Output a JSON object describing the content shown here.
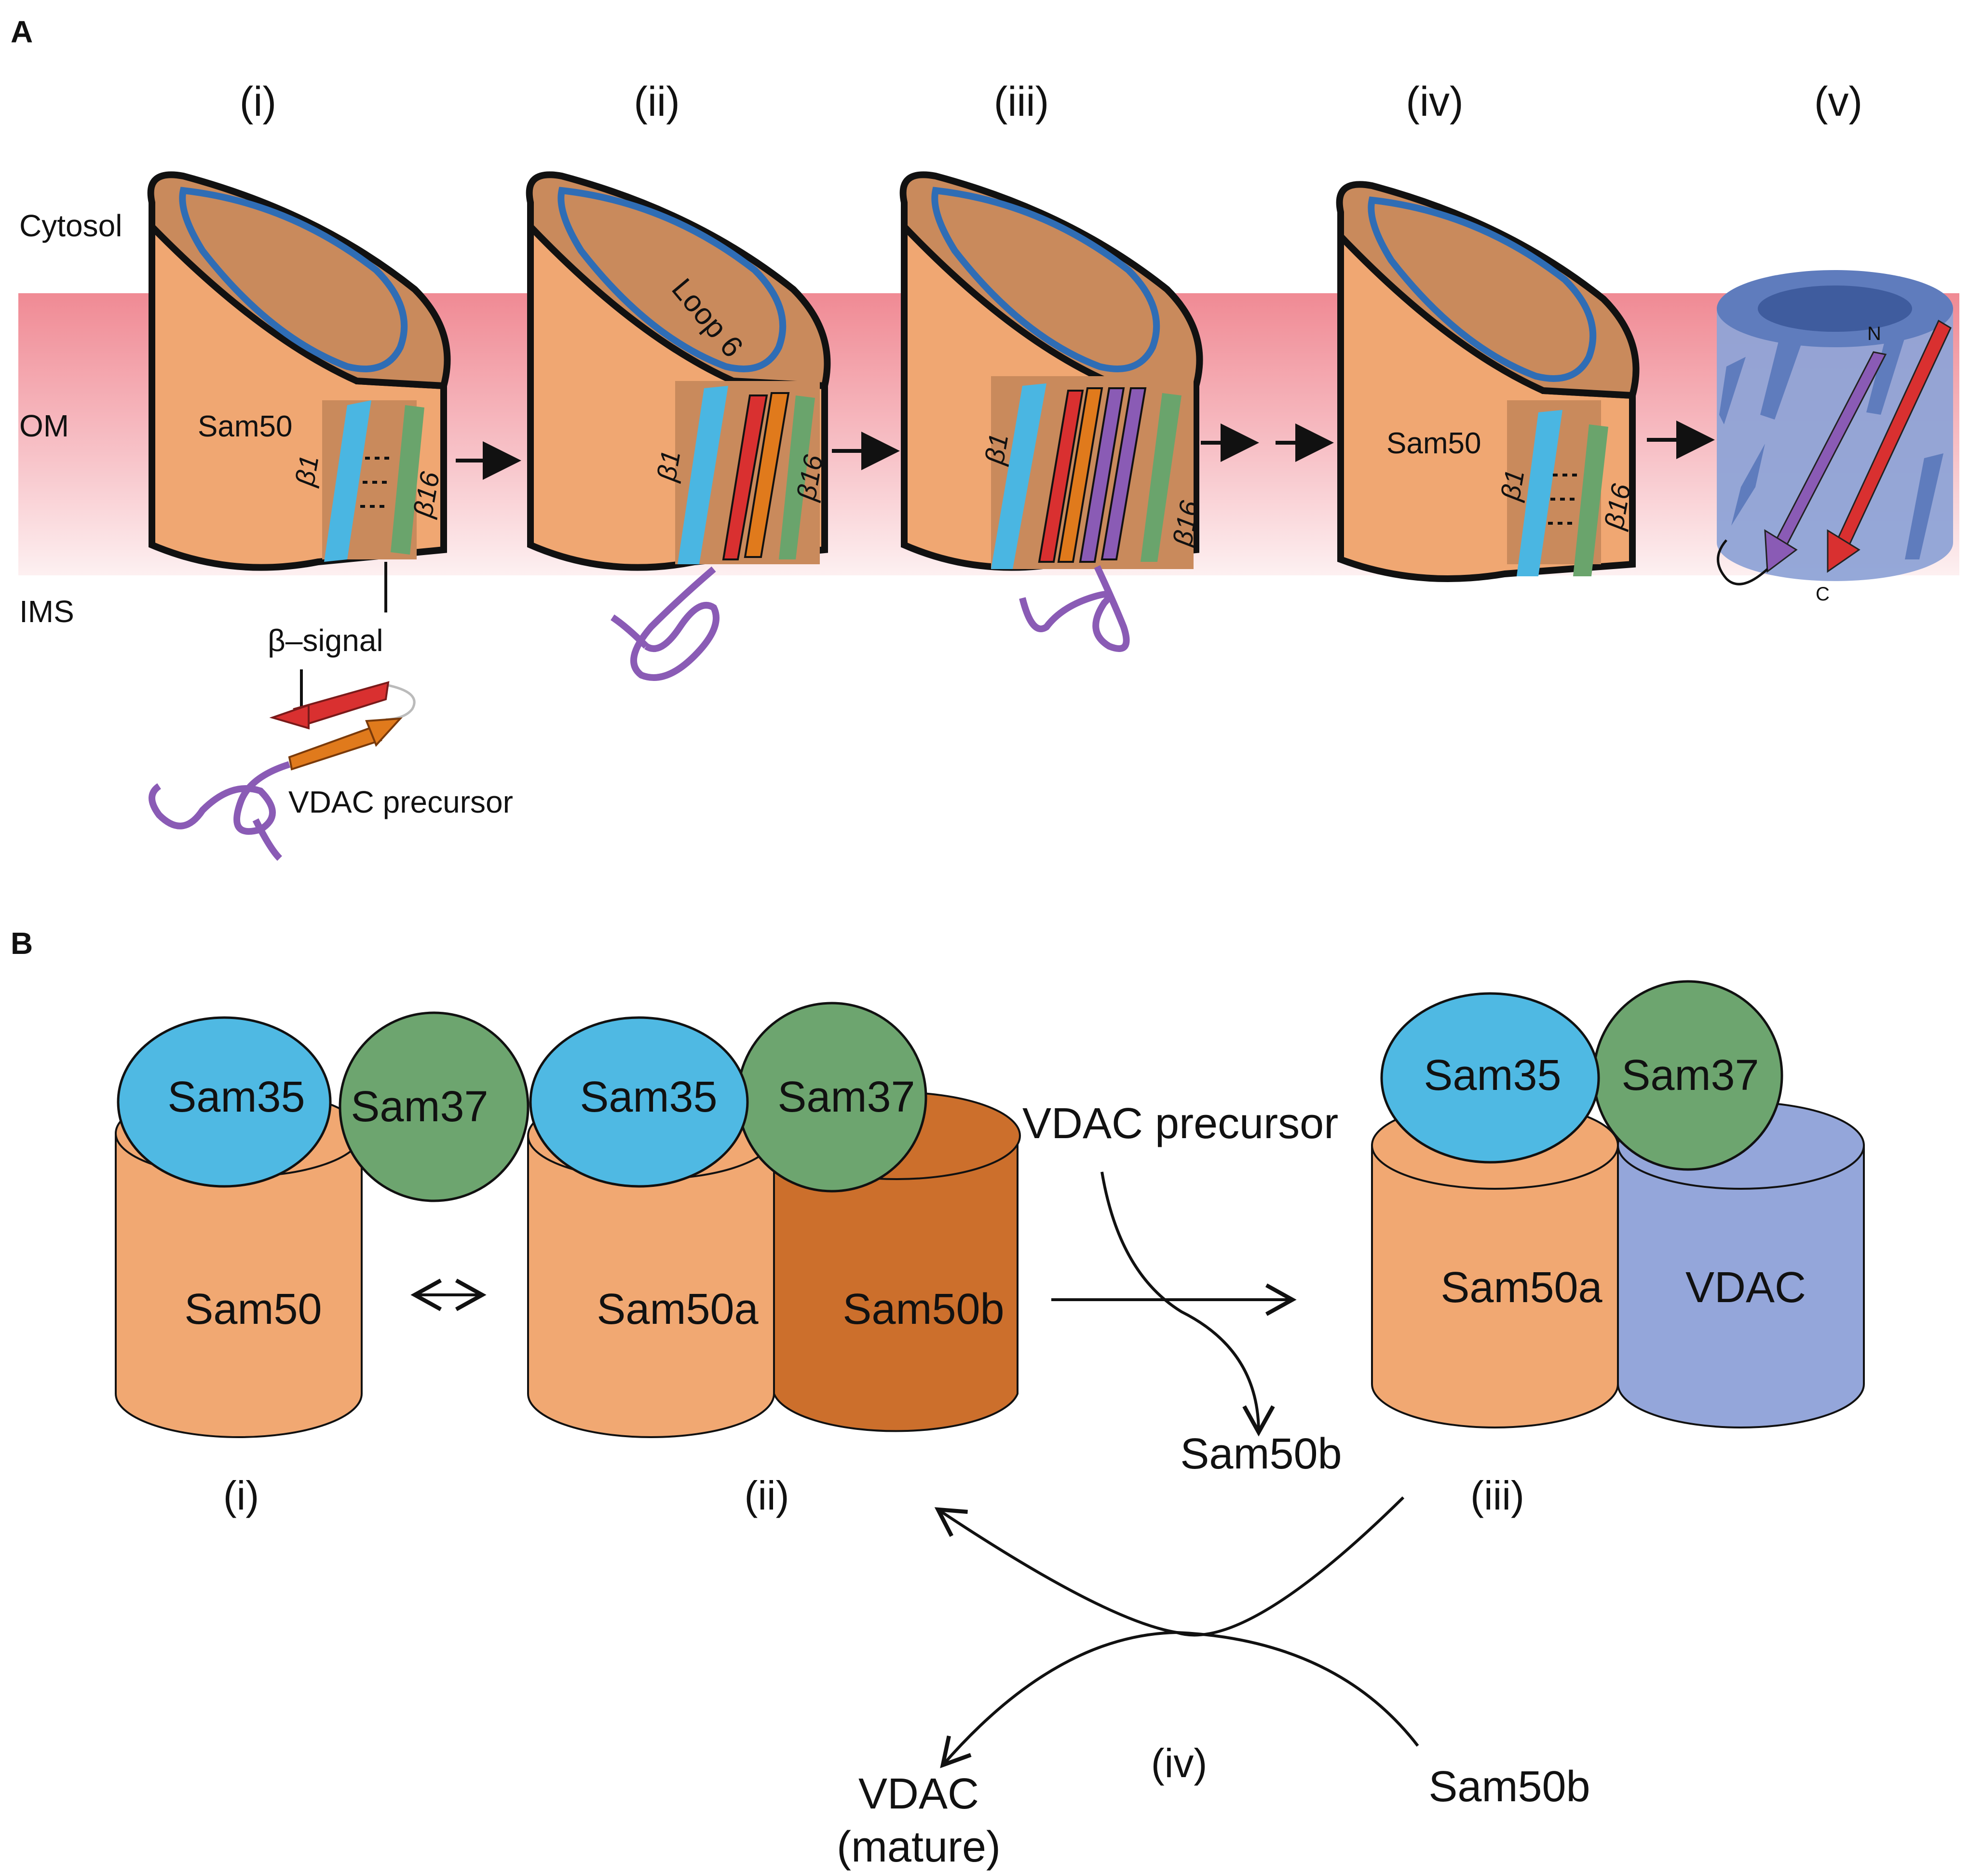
{
  "panel_a": {
    "letter": "A",
    "steps": [
      "(i)",
      "(ii)",
      "(iii)",
      "(iv)",
      "(v)"
    ],
    "regions": {
      "cytosol": "Cytosol",
      "om": "OM",
      "ims": "IMS"
    },
    "sam50_label": "Sam50",
    "strand_b1": "β1",
    "strand_b16": "β16",
    "loop_label": "Loop 6",
    "beta_signal": "β–signal",
    "precursor": "VDAC precursor",
    "n_term": "N",
    "c_term": "C",
    "colors": {
      "membrane": "#f08a94",
      "barrel": "#f0a772",
      "barrel_top": "#c98a5c",
      "loop": "#2f6db5",
      "b1": "#4ab6e2",
      "b16": "#6aa46c",
      "red": "#d93030",
      "orange": "#e07a1c",
      "purple": "#8a5bb5",
      "vdac": "#8fa3d6"
    }
  },
  "panel_b": {
    "letter": "B",
    "sam35": "Sam35",
    "sam37": "Sam37",
    "sam50": "Sam50",
    "sam50a": "Sam50a",
    "sam50b": "Sam50b",
    "vdac": "VDAC",
    "precursor": "VDAC precursor",
    "released": "Sam50b",
    "incoming": "Sam50b",
    "mature_line1": "VDAC",
    "mature_line2": "(mature)",
    "steps": [
      "(i)",
      "(ii)",
      "(iii)",
      "(iv)"
    ],
    "colors": {
      "sam35": "#4fb9e3",
      "sam37": "#6da56f",
      "sam50": "#f1a872",
      "sam50b": "#cc6f2c",
      "vdac": "#94a6da"
    }
  }
}
